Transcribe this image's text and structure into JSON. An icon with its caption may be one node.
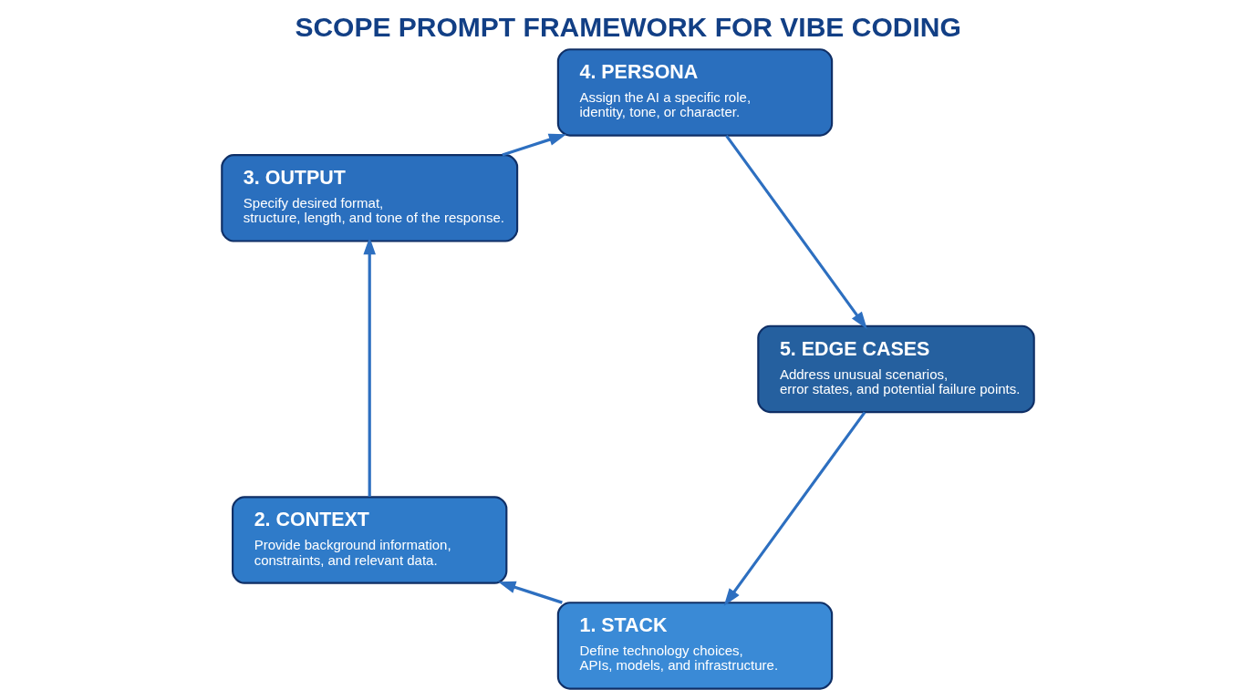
{
  "diagram": {
    "title": "SCOPE PROMPT FRAMEWORK FOR VIBE CODING",
    "nodes": [
      {
        "text": [
          "1. STACK",
          "Define technology choices, APIs, models, and infrastructure."
        ]
      },
      {
        "text": [
          "2. CONTEXT",
          "Provide background information, constraints, and relevant data."
        ]
      },
      {
        "text": [
          "3. OUTPUT",
          "Specify desired format, structure, length, and tone of the response."
        ]
      },
      {
        "text": [
          "4. PERSONA",
          "Assign the AI a specific role, identity, tone, or character."
        ]
      },
      {
        "text": [
          "5. EDGE CASES",
          "Address unusual scenarios, error states, and potential failure points."
        ]
      }
    ],
    "edges": [
      {
        "from": 0,
        "to": 1,
        "arrow": "to"
      },
      {
        "from": 1,
        "to": 2,
        "arrow": "to"
      },
      {
        "from": 2,
        "to": 3,
        "arrow": "to"
      },
      {
        "from": 3,
        "to": 4,
        "arrow": "to"
      },
      {
        "from": 4,
        "to": 0,
        "arrow": "to"
      }
    ]
  }
}
